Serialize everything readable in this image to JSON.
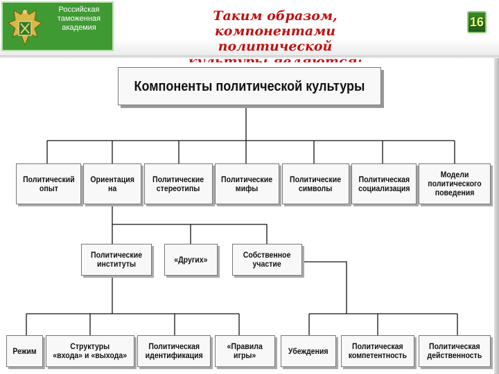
{
  "header": {
    "academy_lines": [
      "Российская",
      "таможенная",
      "академия"
    ],
    "title_lines": [
      "Таким образом, компонентами",
      "политической",
      "культуры являются:"
    ],
    "slide_number": "16"
  },
  "diagram": {
    "root": "Компоненты политической культуры",
    "level1": [
      "Политический\nопыт",
      "Ориентация\nна",
      "Политические\nстереотипы",
      "Политические\nмифы",
      "Политические\nсимволы",
      "Политическая\nсоциализация",
      "Модели\nполитического\nповедения"
    ],
    "level2": [
      "Политические\nинституты",
      "«Других»",
      "Собственное\nучастие"
    ],
    "level3": [
      "Режим",
      "Структуры\n«входа» и «выхода»",
      "Политическая\nидентификация",
      "«Правила\nигры»",
      "Убеждения",
      "Политическая\nкомпетентность",
      "Политическая\nдейственность"
    ]
  },
  "colors": {
    "header_green": "#3f9a33",
    "title_red": "#c01010",
    "badge_text": "#f4ff7a"
  }
}
